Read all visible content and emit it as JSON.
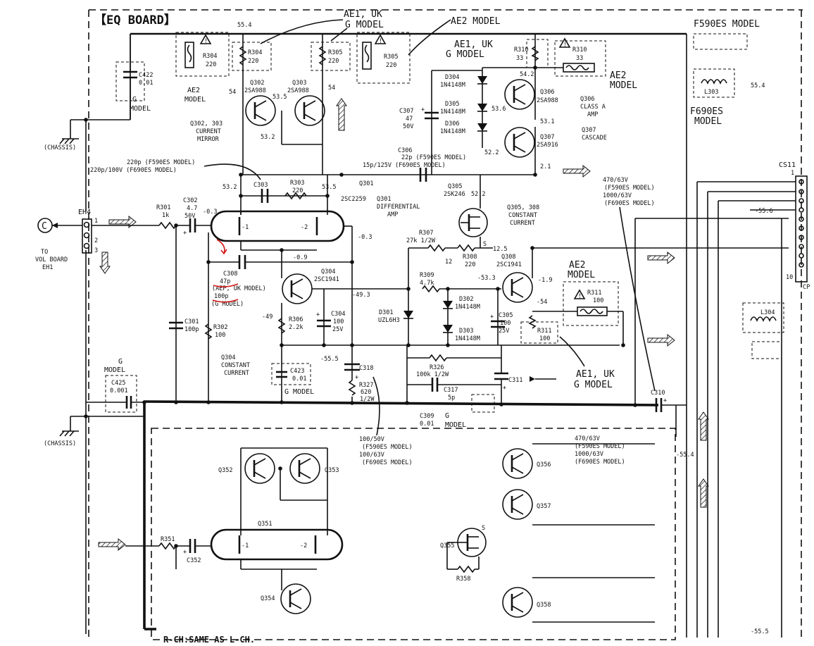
{
  "board_title": "【EQ BOARD】",
  "connector_left": {
    "name": "EH4",
    "pins": [
      "1",
      "2",
      "3"
    ],
    "callout": "C",
    "dest_line1": "TO",
    "dest_line2": "VOL BOARD",
    "dest_line3": "EH1"
  },
  "connector_right": {
    "name": "CS11",
    "pin_first": "1",
    "pin_last": "10",
    "side_label": "CP"
  },
  "chassis_label": "(CHASSIS)",
  "models": {
    "ae1_uk_g": "AE1, UK",
    "g_model": "G MODEL",
    "ae2_model": "AE2 MODEL",
    "ae2": "AE2",
    "model": "MODEL",
    "g": "G",
    "f590es_model": "F590ES MODEL",
    "f690es": "F690ES",
    "ae1_uk2": "AE1, UK",
    "g_model2": "G MODEL"
  },
  "components": {
    "c422": {
      "ref": "C422",
      "val": "0.01"
    },
    "r304a": {
      "ref": "R304",
      "val": "220"
    },
    "r304b": {
      "ref": "R304",
      "val": "220"
    },
    "r305a": {
      "ref": "R305",
      "val": "220"
    },
    "r305b": {
      "ref": "R305",
      "val": "220"
    },
    "r310a": {
      "ref": "R310",
      "val": "33"
    },
    "r310b": {
      "ref": "R310",
      "val": "33"
    },
    "l303": {
      "ref": "L303"
    },
    "l304": {
      "ref": "L304"
    },
    "q302": {
      "ref": "Q302",
      "part": "2SA988"
    },
    "q303": {
      "ref": "Q303",
      "part": "2SA988"
    },
    "q302_303": {
      "line1": "Q302, 303",
      "line2": "CURRENT",
      "line3": "MIRROR"
    },
    "d304": {
      "ref": "D304",
      "part": "1N4148M"
    },
    "d305": {
      "ref": "D305",
      "part": "1N4148M"
    },
    "d306": {
      "ref": "D306",
      "part": "1N4148M"
    },
    "c307": {
      "ref": "C307",
      "val1": "47",
      "val2": "50V"
    },
    "q306": {
      "ref": "Q306",
      "part": "2SA988",
      "desc1": "Q306",
      "desc2": "CLASS A",
      "desc3": "AMP"
    },
    "q307": {
      "ref": "Q307",
      "part": "2SA916",
      "desc1": "Q307",
      "desc2": "CASCADE"
    },
    "c306": {
      "ref": "C306",
      "val1": "22p (F590ES MODEL)",
      "val2": "15p/125V (F690ES MODEL)"
    },
    "c303_note": {
      "line1": "220p (F590ES MODEL)",
      "line2": "220p/100V (F690ES MODEL)"
    },
    "c303": {
      "ref": "C303"
    },
    "r303": {
      "ref": "R303",
      "val": "220"
    },
    "q301": {
      "ref": "Q301",
      "part": "2SC2259",
      "desc1": "Q301",
      "desc2": "DIFFERENTIAL",
      "desc3": "AMP"
    },
    "q305": {
      "ref": "Q305",
      "part": "2SK246"
    },
    "q305_308": {
      "line1": "Q305, 308",
      "line2": "CONSTANT",
      "line3": "CURRENT"
    },
    "r301": {
      "ref": "R301",
      "val": "1k"
    },
    "c302": {
      "ref": "C302",
      "val1": "4.7",
      "val2": "50V"
    },
    "r307": {
      "ref": "R307",
      "val": "27k  1/2W"
    },
    "r308": {
      "ref": "R308",
      "val": "220"
    },
    "q308": {
      "ref": "Q308",
      "part": "2SC1941"
    },
    "c308": {
      "ref": "C308",
      "val1": "47p",
      "val2": "(AEP, UK MODEL)",
      "val3": "100p",
      "val4": "(G MODEL)"
    },
    "q304": {
      "ref": "Q304",
      "part": "2SC1941",
      "desc1": "Q304",
      "desc2": "CONSTANT",
      "desc3": "CURRENT"
    },
    "r309": {
      "ref": "R309",
      "val": "4.7k"
    },
    "d302": {
      "ref": "D302",
      "part": "1N4148M"
    },
    "d303": {
      "ref": "D303",
      "part": "1N4148M"
    },
    "d301": {
      "ref": "D301",
      "part": "UZL6H3"
    },
    "c305": {
      "ref": "C305",
      "val1": "100",
      "val2": "25V"
    },
    "r311a": {
      "ref": "R311",
      "val": "100"
    },
    "r311b": {
      "ref": "R311",
      "val": "100"
    },
    "c301": {
      "ref": "C301",
      "val": "100p"
    },
    "r302": {
      "ref": "R302",
      "val": "100"
    },
    "r306": {
      "ref": "R306",
      "val": "2.2k"
    },
    "c304": {
      "ref": "C304",
      "val1": "100",
      "val2": "25V"
    },
    "c423": {
      "ref": "C423",
      "val": "0.01"
    },
    "c425": {
      "ref": "C425",
      "val": "0.001"
    },
    "c318": {
      "ref": "C318"
    },
    "r327": {
      "ref": "R327",
      "val1": "620",
      "val2": "1/2W"
    },
    "r326": {
      "ref": "R326",
      "val": "100k  1/2W"
    },
    "c317": {
      "ref": "C317",
      "val": "5p"
    },
    "c311": {
      "ref": "C311"
    },
    "c309": {
      "ref": "C309",
      "val": "0.01"
    },
    "c310": {
      "ref": "C310"
    },
    "c310_note": {
      "line1": "470/63V",
      "line2": "(F590ES MODEL)",
      "line3": "1000/63V",
      "line4": "(F690ES MODEL)"
    },
    "c311_note": {
      "line1": "470/63V",
      "line2": "(F590ES MODEL)",
      "line3": "1000/63V",
      "line4": "(F690ES MODEL)"
    },
    "c318_note": {
      "line1": "100/50V",
      "line2": "(F590ES MODEL)",
      "line3": "100/63V",
      "line4": "(F690ES MODEL)"
    },
    "q351": {
      "ref": "Q351"
    },
    "q352": {
      "ref": "Q352"
    },
    "q353": {
      "ref": "Q353"
    },
    "q354": {
      "ref": "Q354"
    },
    "q355": {
      "ref": "Q355"
    },
    "q356": {
      "ref": "Q356"
    },
    "q357": {
      "ref": "Q357"
    },
    "q358": {
      "ref": "Q358"
    },
    "r351": {
      "ref": "R351"
    },
    "c352": {
      "ref": "C352"
    },
    "r358": {
      "ref": "R358"
    }
  },
  "voltages": {
    "v554a": "55.4",
    "v54": "54",
    "v535": "53.5",
    "v532": "53.2",
    "v542": "54.2",
    "v536": "53.6",
    "v531": "53.1",
    "v522": "52.2",
    "v21": "2.1",
    "v532b": "53.2",
    "v535b": "53.5",
    "v522b": "52.2",
    "v03a": "-0.3",
    "v03b": "-0.3",
    "v09": "-0.9",
    "v125": "12.5",
    "v12": "12",
    "v533": "-53.3",
    "v19": "-1.9",
    "v493": "-49.3",
    "v49": "-49",
    "v54n": "-54",
    "v555": "-55.5",
    "v556": "-55.6",
    "v554b": "55.4",
    "v555b": "-55.5",
    "v554c": "-55.4"
  },
  "pin_labels": {
    "s1": "S",
    "s2": "S",
    "m1": "-1",
    "m2": "-2",
    "m3": "-1",
    "m4": "-2"
  },
  "footer": "R-CH:SAME AS L-CH."
}
